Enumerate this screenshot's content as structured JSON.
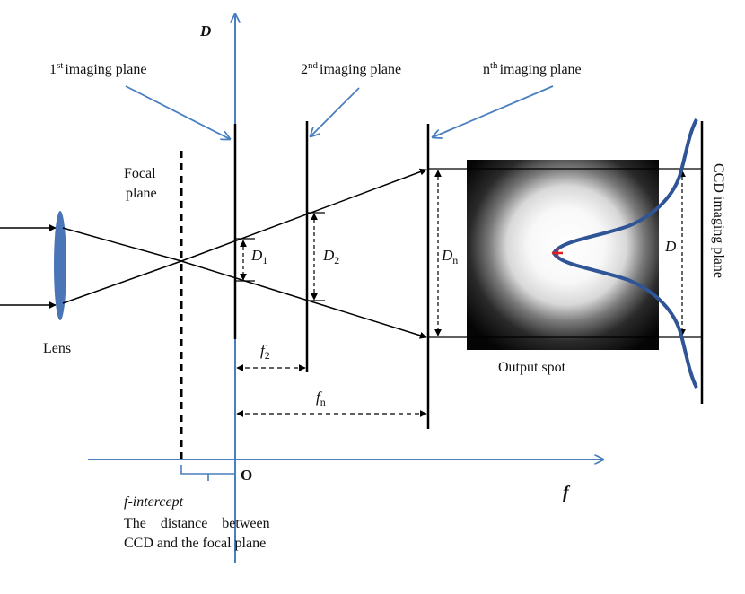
{
  "axes": {
    "vertical_label": "D",
    "horizontal_label": "f",
    "origin_label": "O",
    "label_color": "#e02020",
    "axis_color": "#4a7fbf"
  },
  "planes": {
    "first": {
      "sup_number": "1",
      "sup": "st",
      "text": "imaging  plane"
    },
    "second": {
      "sup_number": "2",
      "sup": "nd",
      "text": "imaging  plane"
    },
    "nth": {
      "sup_number": "n",
      "sup": "th",
      "text": "imaging  plane"
    }
  },
  "focal_plane": {
    "line1": "Focal",
    "line2": "plane"
  },
  "lens": {
    "label": "Lens",
    "color": "#4a76b8"
  },
  "diameters": {
    "d1": {
      "letter": "D",
      "sub": "1"
    },
    "d2": {
      "letter": "D",
      "sub": "2"
    },
    "dn": {
      "letter": "D",
      "sub": "n"
    },
    "d": {
      "letter": "D"
    }
  },
  "distances": {
    "f2": {
      "letter": "f",
      "sub": "2"
    },
    "fn": {
      "letter": "f",
      "sub": "n"
    }
  },
  "output_spot": {
    "label": "Output spot"
  },
  "ccd": {
    "label": "CCD imaging  plane"
  },
  "intercept": {
    "label": "f-intercept",
    "desc_line1": "The    distance    between",
    "desc_line2": "CCD and the focal plane"
  },
  "colors": {
    "profile_curve": "#2f5597",
    "center_mark": "#e02020"
  }
}
